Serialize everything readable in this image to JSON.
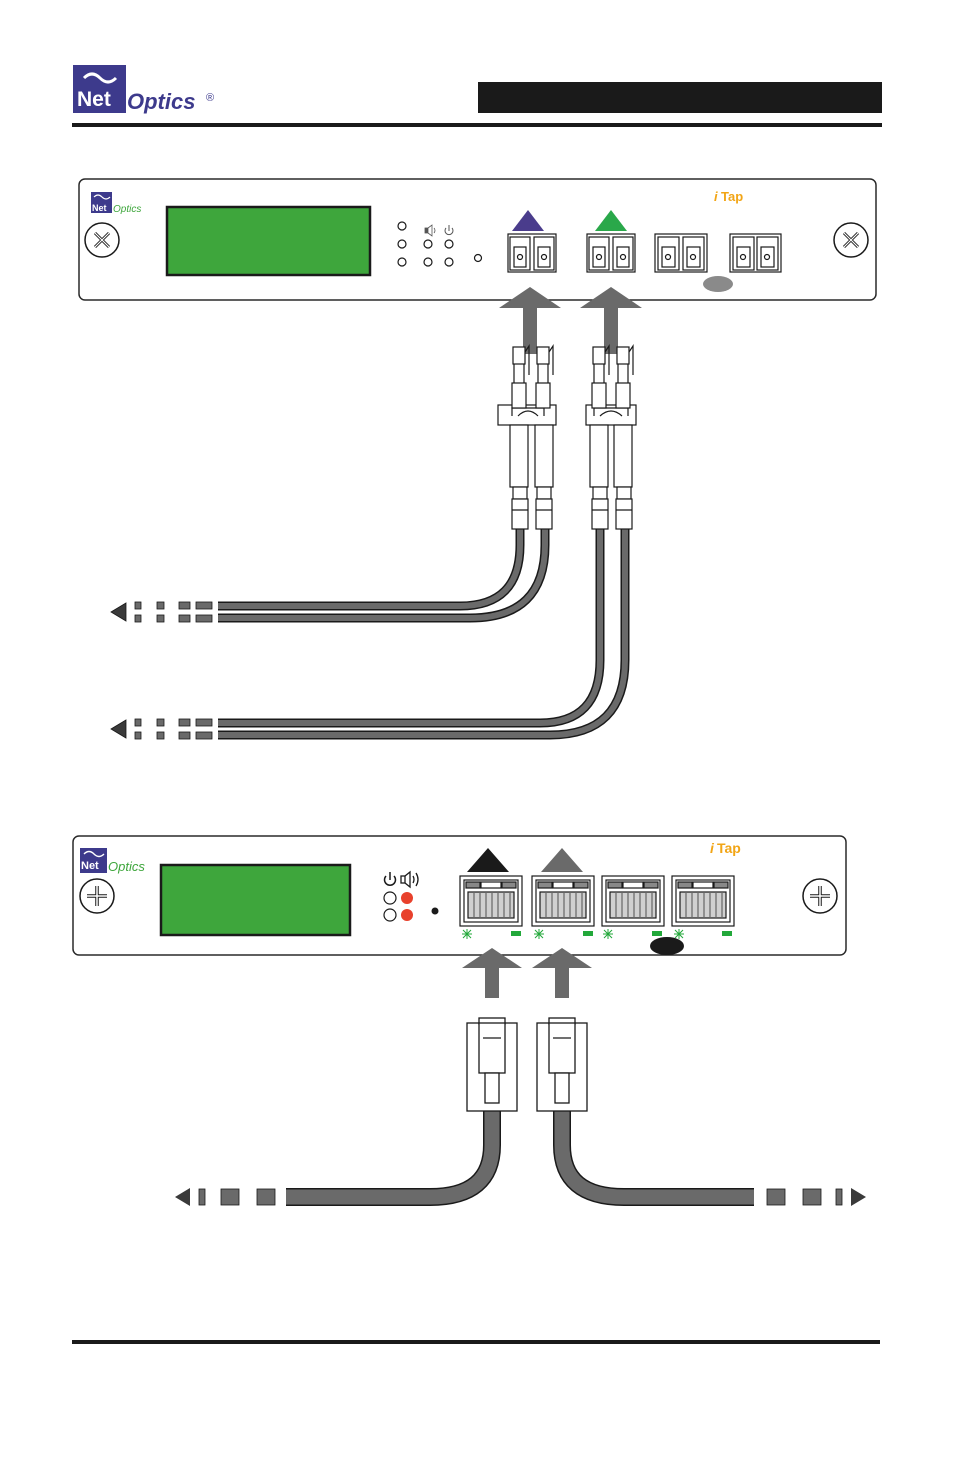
{
  "header": {
    "logo_net": "Net",
    "logo_optics": "Optics",
    "logo_reg": "®",
    "title_bar": ""
  },
  "fiber_panel": {
    "brand_net": "Net",
    "brand_optics": "Optics",
    "model_i": "i",
    "model_tap": "Tap",
    "colors": {
      "lcd": "#3ea63c",
      "port_a_arrow": "#4a3c8c",
      "port_b_arrow": "#2aa84a",
      "brand": "#3d3a8c",
      "model": "#f2a516"
    }
  },
  "copper_panel": {
    "brand_net": "Net",
    "brand_optics": "Optics",
    "model_i": "i",
    "model_tap": "Tap",
    "colors": {
      "lcd": "#3ea63c",
      "led_red": "#e8412c",
      "port_a_arrow": "#1a1a1a",
      "port_b_arrow": "#6a6a6a",
      "led_green": "#22a83a"
    }
  }
}
